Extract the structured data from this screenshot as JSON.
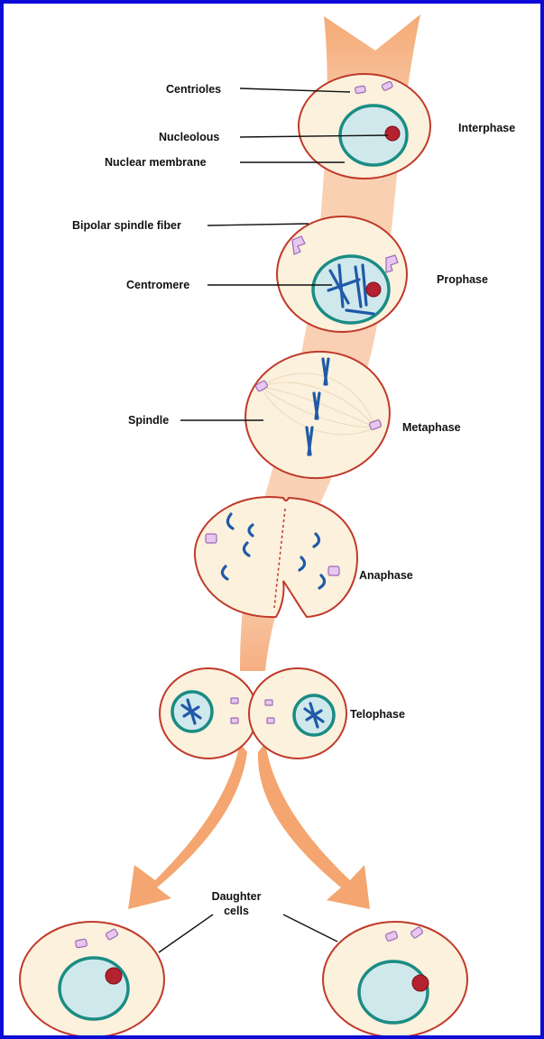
{
  "labels": {
    "centrioles": "Centrioles",
    "nucleolous": "Nucleolous",
    "nuclear_membrane": "Nuclear membrane",
    "bipolar_spindle_fiber": "Bipolar spindle fiber",
    "centromere": "Centromere",
    "spindle": "Spindle",
    "interphase": "Interphase",
    "prophase": "Prophase",
    "metaphase": "Metaphase",
    "anaphase": "Anaphase",
    "telophase": "Telophase",
    "daughter_line1": "Daughter",
    "daughter_line2": "cells"
  },
  "colors": {
    "border": "#0b0bd6",
    "flow_arrow": "#f6b98f",
    "cell_fill": "#fbf1dc",
    "cell_outline": "#c0392b",
    "nuclear_membrane": "#1a8c84",
    "nucleolus": "#b3222e",
    "chromosome": "#1f5aa8",
    "centriole": "#e7c6f0"
  }
}
